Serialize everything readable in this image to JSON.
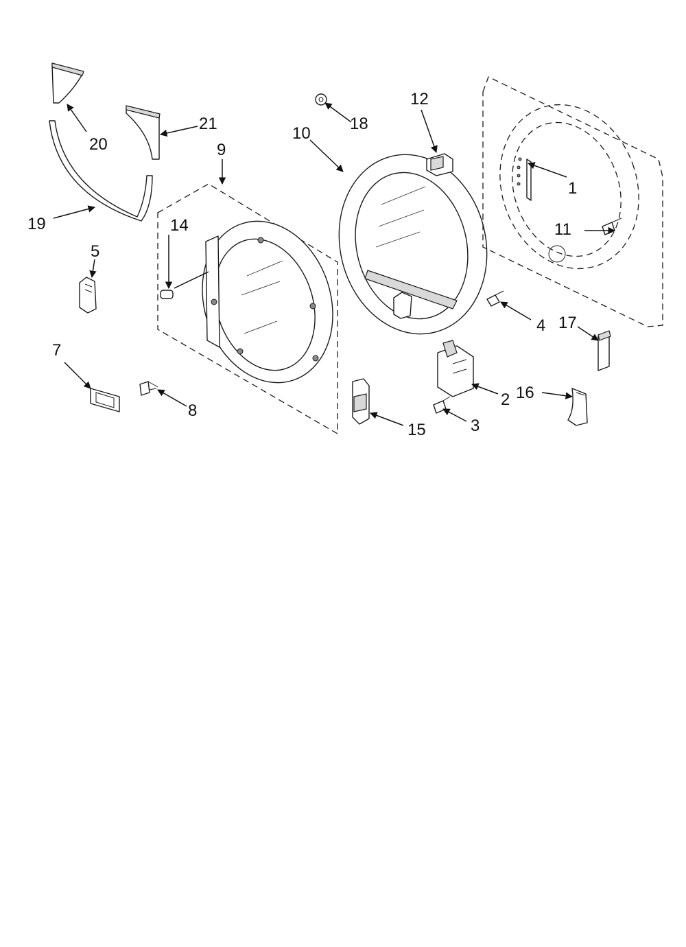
{
  "callouts": {
    "c1": "1",
    "c2": "2",
    "c3": "3",
    "c4": "4",
    "c5": "5",
    "c7": "7",
    "c8": "8",
    "c9": "9",
    "c10": "10",
    "c11": "11",
    "c12": "12",
    "c14": "14",
    "c15": "15",
    "c16": "16",
    "c17": "17",
    "c18": "18",
    "c19": "19",
    "c20": "20",
    "c21": "21"
  }
}
